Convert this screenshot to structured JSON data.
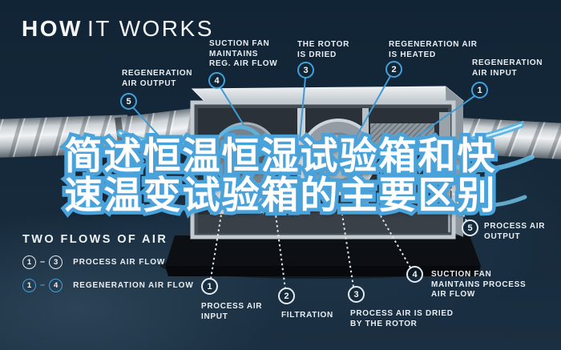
{
  "title": {
    "bold": "HOW",
    "light": "IT WORKS"
  },
  "headline": {
    "line1": "简述恒温恒湿试验箱和快",
    "line2": "速温变试验箱的主要区别"
  },
  "colors": {
    "background": "#15293a",
    "accent_blue": "#45a0d9",
    "label_text": "#e8eef3",
    "headline_fill": "#ffffff",
    "headline_outline": "#4aa2db",
    "heater_orange": "#e0782a",
    "duct_metal": "#c8cfd4"
  },
  "top_labels": [
    {
      "number": "5",
      "text": "REGENERATION\nAIR OUTPUT"
    },
    {
      "number": "4",
      "text": "SUCTION FAN\nMAINTAINS\nREG. AIR FLOW"
    },
    {
      "number": "3",
      "text": "THE ROTOR\nIS DRIED"
    },
    {
      "number": "2",
      "text": "REGENERATION AIR\nIS HEATED"
    },
    {
      "number": "1",
      "text": "REGENERATION\nAIR INPUT"
    }
  ],
  "bottom_labels": [
    {
      "number": "1",
      "text": "PROCESS AIR\nINPUT"
    },
    {
      "number": "2",
      "text": "FILTRATION"
    },
    {
      "number": "3",
      "text": "PROCESS AIR IS DRIED\nBY THE ROTOR"
    },
    {
      "number": "4",
      "text": "SUCTION FAN\nMAINTAINS PROCESS\nAIR FLOW"
    },
    {
      "number": "5",
      "text": "PROCESS AIR\nOUTPUT"
    }
  ],
  "legend": {
    "title": "TWO FLOWS OF AIR",
    "separator": "–",
    "rows": [
      {
        "from": "1",
        "to": "3",
        "label": "PROCESS AIR FLOW",
        "style": "white"
      },
      {
        "from": "1",
        "to": "4",
        "label": "REGENERATION AIR FLOW",
        "style": "blue"
      }
    ]
  }
}
